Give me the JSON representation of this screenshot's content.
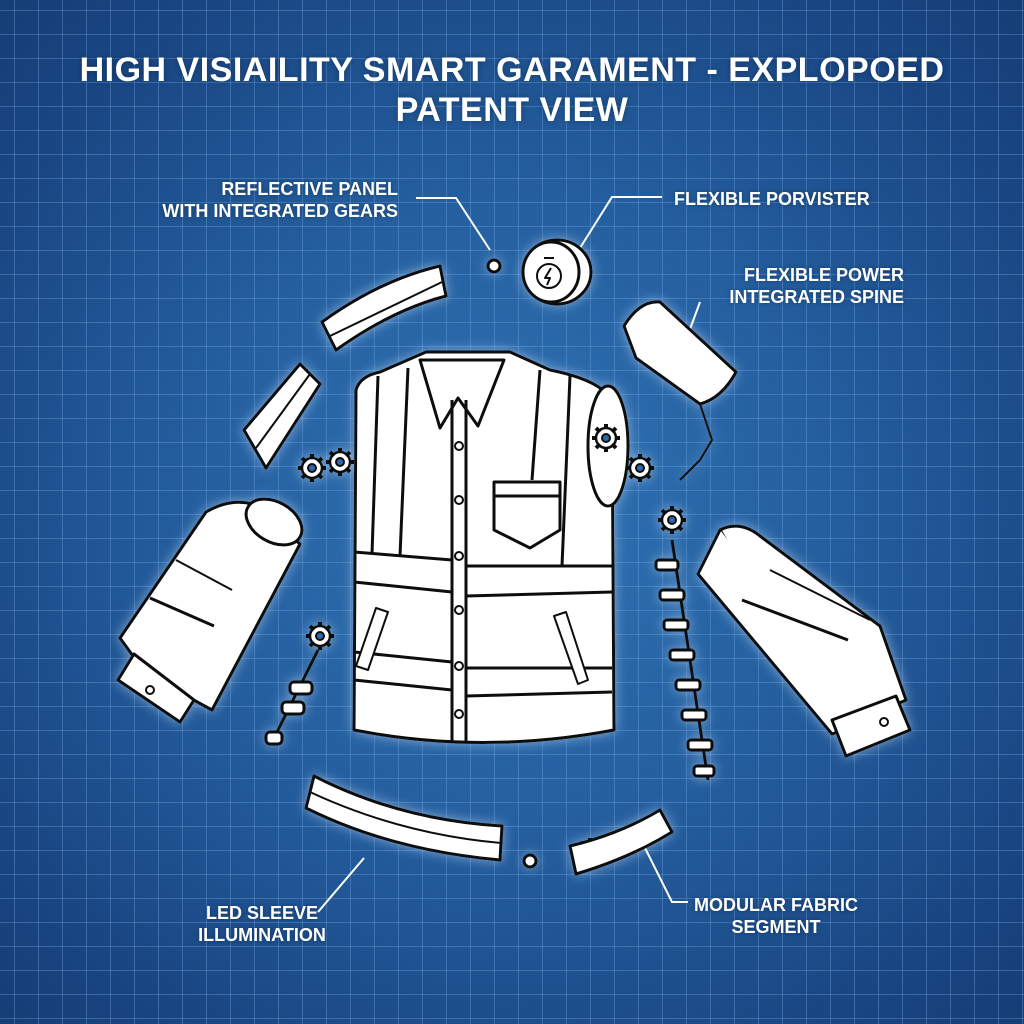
{
  "title": {
    "line1": "HIGH VISIAILITY SMART GARAMENT - EXPLOPOED",
    "line2": "PATENT VIEW"
  },
  "callouts": {
    "reflective_panel": {
      "line1": "REFLECTIVE PANEL",
      "line2": "WITH INTEGRATED GEARS"
    },
    "flexible_porvister": {
      "line1": "FLEXIBLE PORVISTER"
    },
    "flexible_power": {
      "line1": "FLEXIBLE POWER",
      "line2": "INTEGRATED SPINE"
    },
    "led_sleeve": {
      "line1": "LED SLEEVE",
      "line2": "ILLUMINATION"
    },
    "modular_fabric": {
      "line1": "MODULAR FABRIC",
      "line2": "SEGMENT"
    }
  },
  "components": [
    "vest-body",
    "left-sleeve",
    "right-sleeve",
    "power-module",
    "spine-segment",
    "gear-assemblies",
    "hem-band",
    "fabric-segment",
    "reflective-strips"
  ],
  "colors": {
    "background": "#245e9e",
    "grid": "#78aae6",
    "line": "#ffffff",
    "outline": "#111111"
  }
}
